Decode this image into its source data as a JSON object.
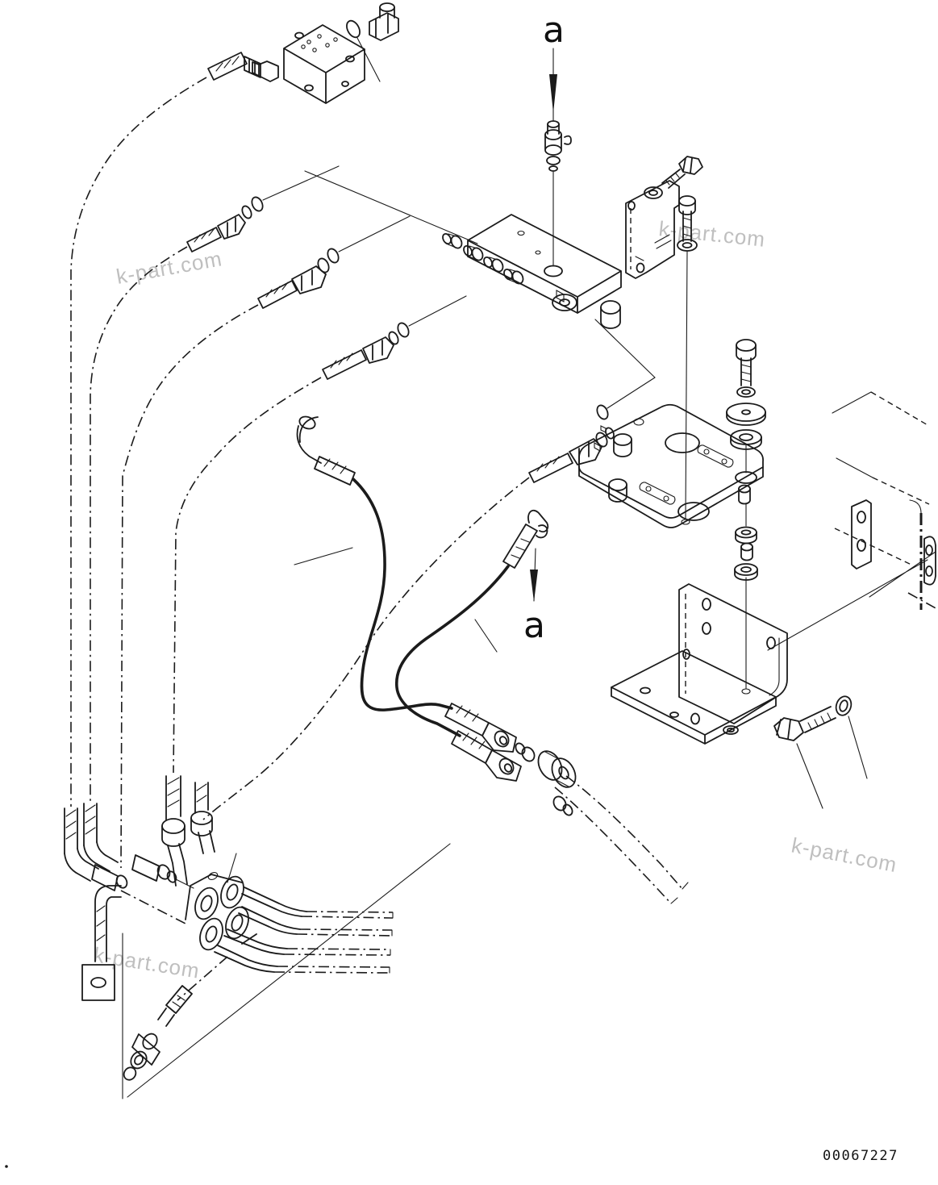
{
  "figure": {
    "part_number": "00067227",
    "view_labels": [
      {
        "text": "a"
      },
      {
        "text": "a"
      }
    ],
    "watermarks": [
      {
        "text": "k-part.com"
      },
      {
        "text": "k-part.com"
      },
      {
        "text": "k-part.com"
      },
      {
        "text": "k-part.com"
      }
    ]
  },
  "colors": {
    "background": "#ffffff",
    "line": "#1b1b1b",
    "watermark": "#b4b4b4"
  }
}
